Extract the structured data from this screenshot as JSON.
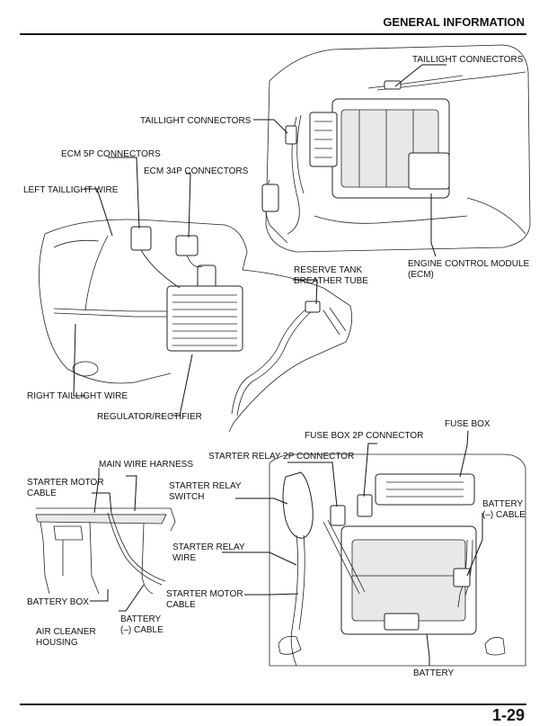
{
  "header": {
    "title": "GENERAL INFORMATION"
  },
  "footer": {
    "page_number": "1-29"
  },
  "top_figure": {
    "labels": {
      "taillight_connectors_top": "TAILLIGHT CONNECTORS",
      "taillight_connectors_left": "TAILLIGHT CONNECTORS",
      "ecm_5p_connectors": "ECM 5P CONNECTORS",
      "ecm_34p_connectors": "ECM 34P CONNECTORS",
      "left_taillight_wire": "LEFT TAILLIGHT WIRE",
      "reserve_tank_line1": "RESERVE TANK",
      "reserve_tank_line2": "BREATHER TUBE",
      "ecm_line1": "ENGINE CONTROL MODULE",
      "ecm_line2": "(ECM)",
      "right_taillight_wire": "RIGHT TAILLIGHT WIRE",
      "regulator_rectifier": "REGULATOR/RECTIFIER"
    }
  },
  "bottom_left_figure": {
    "labels": {
      "main_wire_harness": "MAIN WIRE HARNESS",
      "starter_motor_cable_line1": "STARTER MOTOR",
      "starter_motor_cable_line2": "CABLE",
      "battery_box": "BATTERY BOX",
      "air_cleaner_line1": "AIR CLEANER",
      "air_cleaner_line2": "HOUSING",
      "battery_neg_line1": "BATTERY",
      "battery_neg_line2": "(–) CABLE"
    }
  },
  "bottom_right_figure": {
    "labels": {
      "fuse_box_2p": "FUSE BOX 2P CONNECTOR",
      "fuse_box": "FUSE BOX",
      "starter_relay_2p": "STARTER RELAY 2P CONNECTOR",
      "starter_relay_switch_line1": "STARTER RELAY",
      "starter_relay_switch_line2": "SWITCH",
      "battery_neg_line1": "BATTERY",
      "battery_neg_line2": "(–) CABLE",
      "starter_relay_wire_line1": "STARTER RELAY",
      "starter_relay_wire_line2": "WIRE",
      "starter_motor_cable_line1": "STARTER MOTOR",
      "starter_motor_cable_line2": "CABLE",
      "battery": "BATTERY"
    }
  }
}
